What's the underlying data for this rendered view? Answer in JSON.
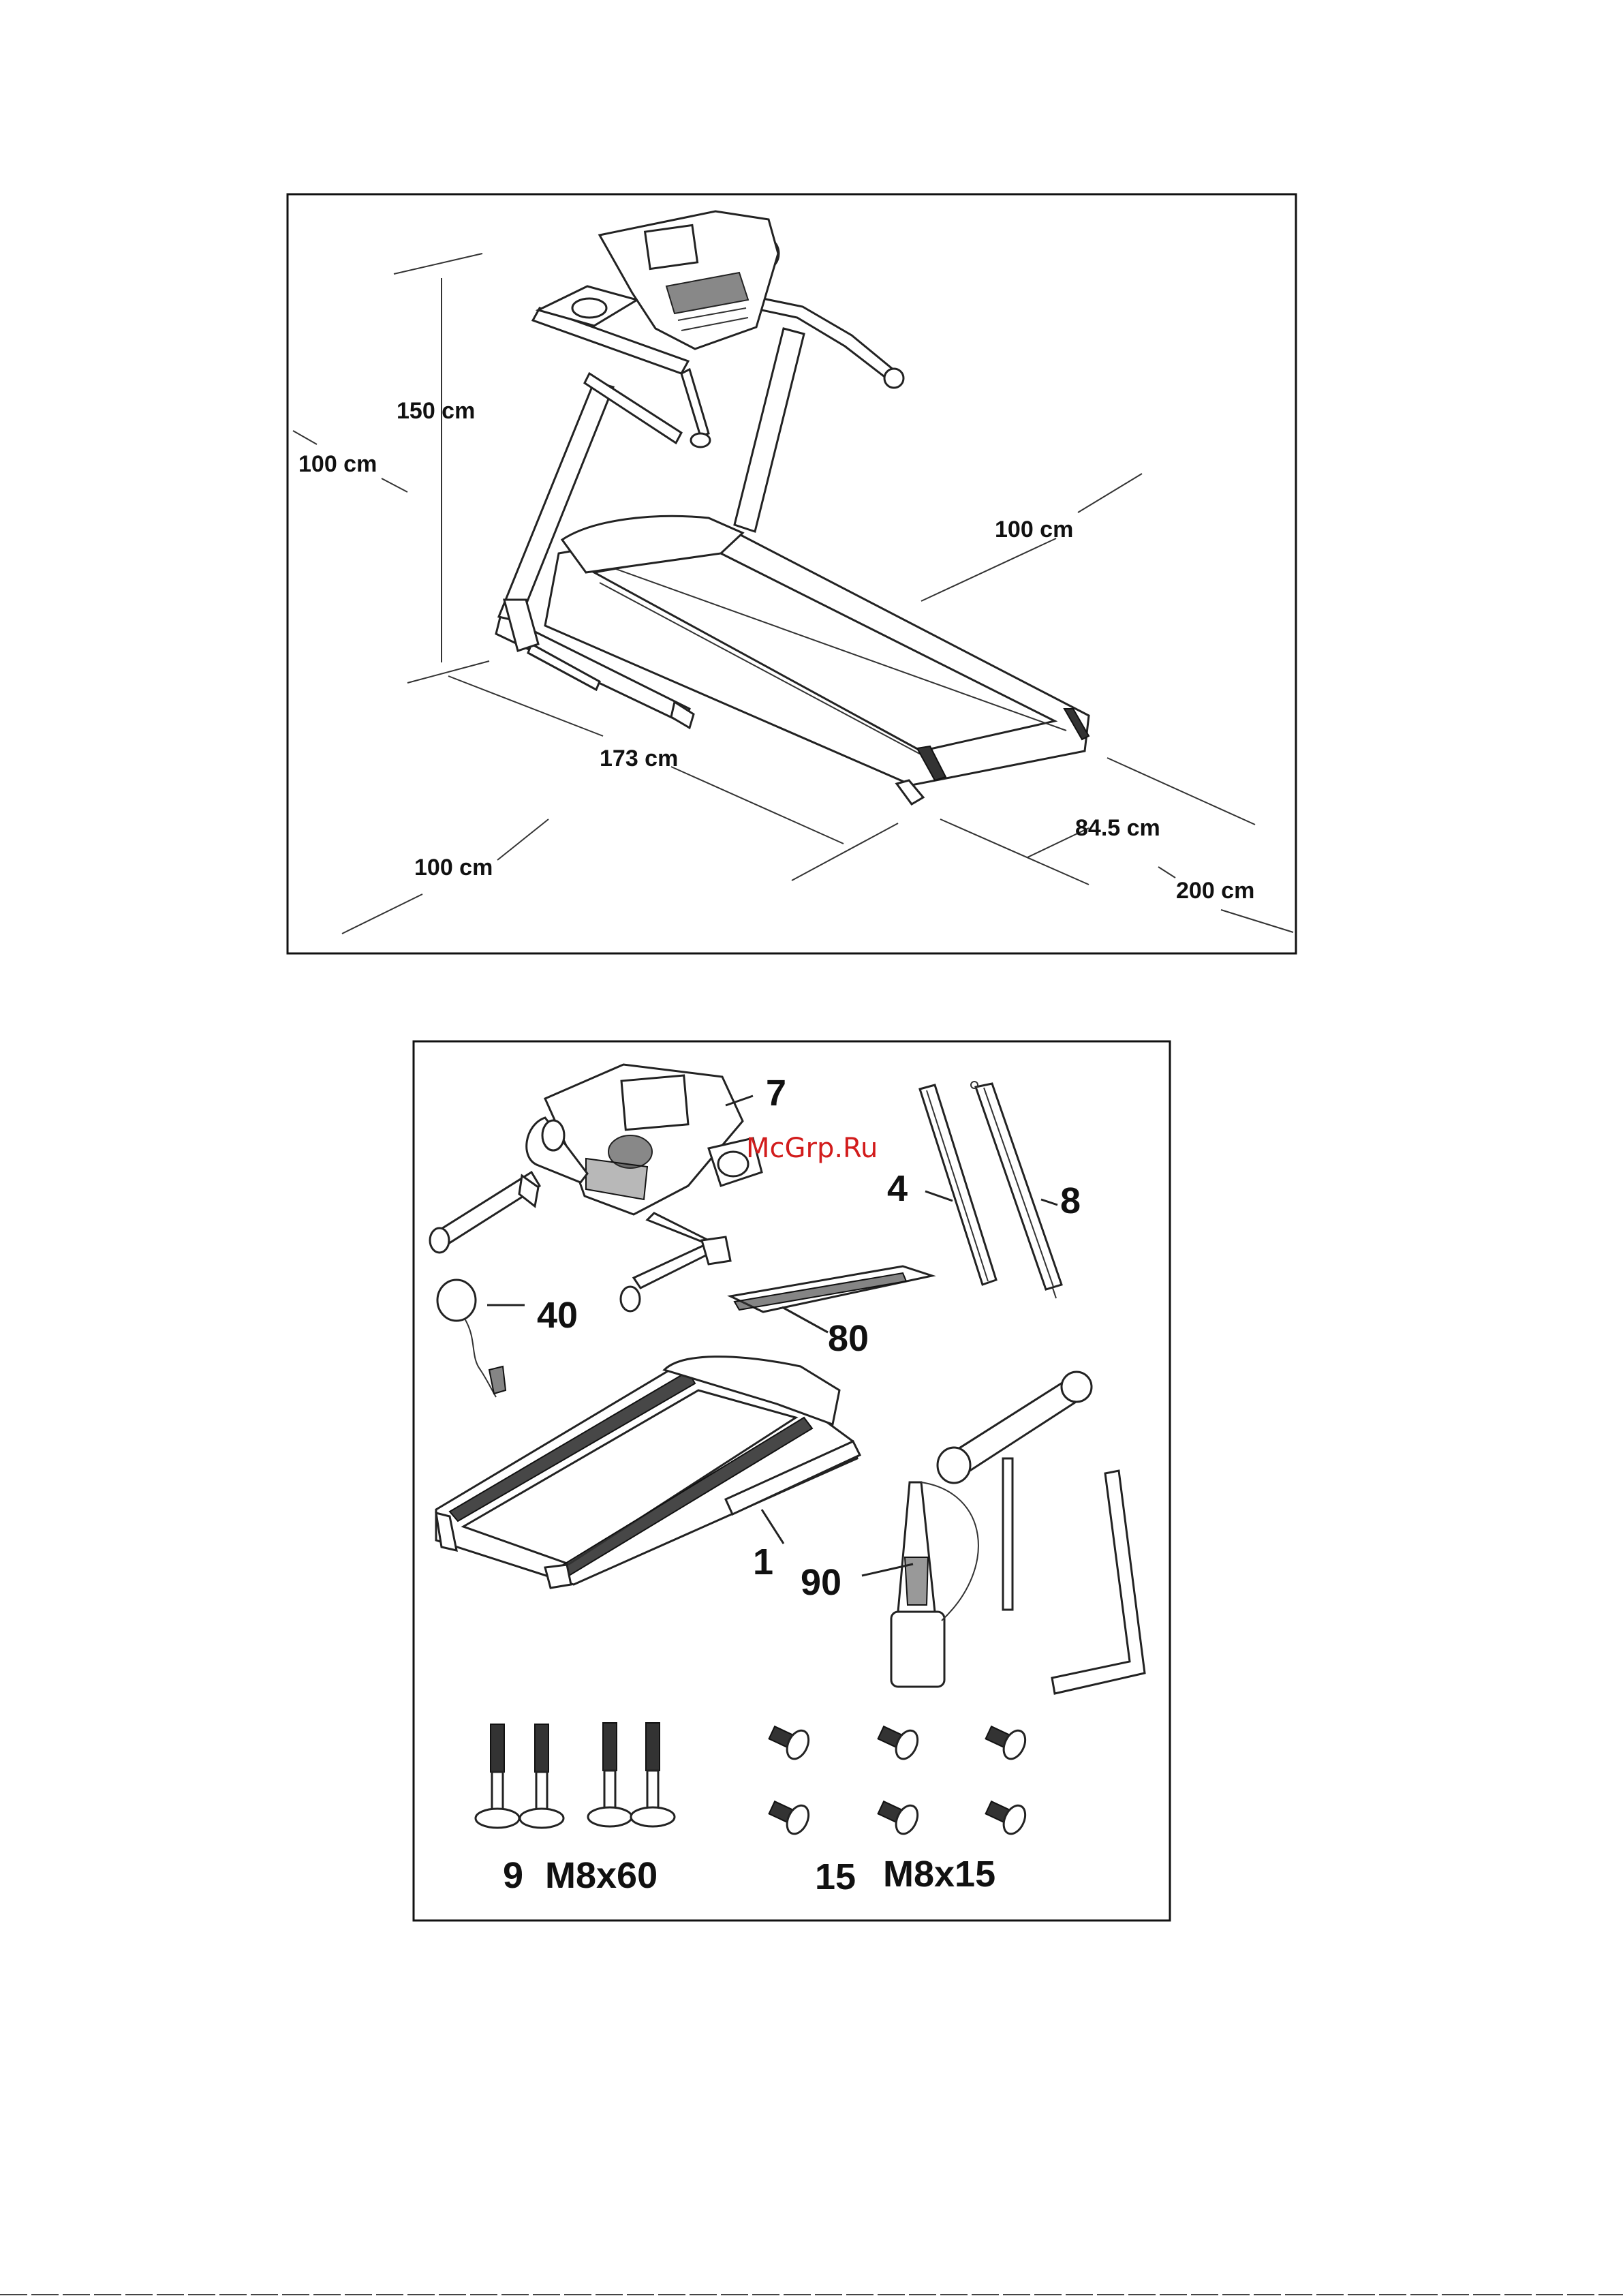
{
  "dimensions_figure": {
    "labels": {
      "height": "150 cm",
      "left_clearance": "100 cm",
      "back_clearance": "100 cm",
      "length": "173 cm",
      "front_clearance": "100 cm",
      "width": "84.5 cm",
      "total_space": "200 cm"
    }
  },
  "parts_figure": {
    "callouts": {
      "console": "7",
      "upright_left": "4",
      "upright_right": "8",
      "safety_key": "40",
      "cover": "80",
      "frame": "1",
      "lubricant": "90"
    },
    "watermark": "McGrp.Ru",
    "hardware": {
      "bolts_long": {
        "qty": "9",
        "size": "M8x60"
      },
      "bolts_short": {
        "qty": "15",
        "size": "M8x15"
      }
    }
  }
}
